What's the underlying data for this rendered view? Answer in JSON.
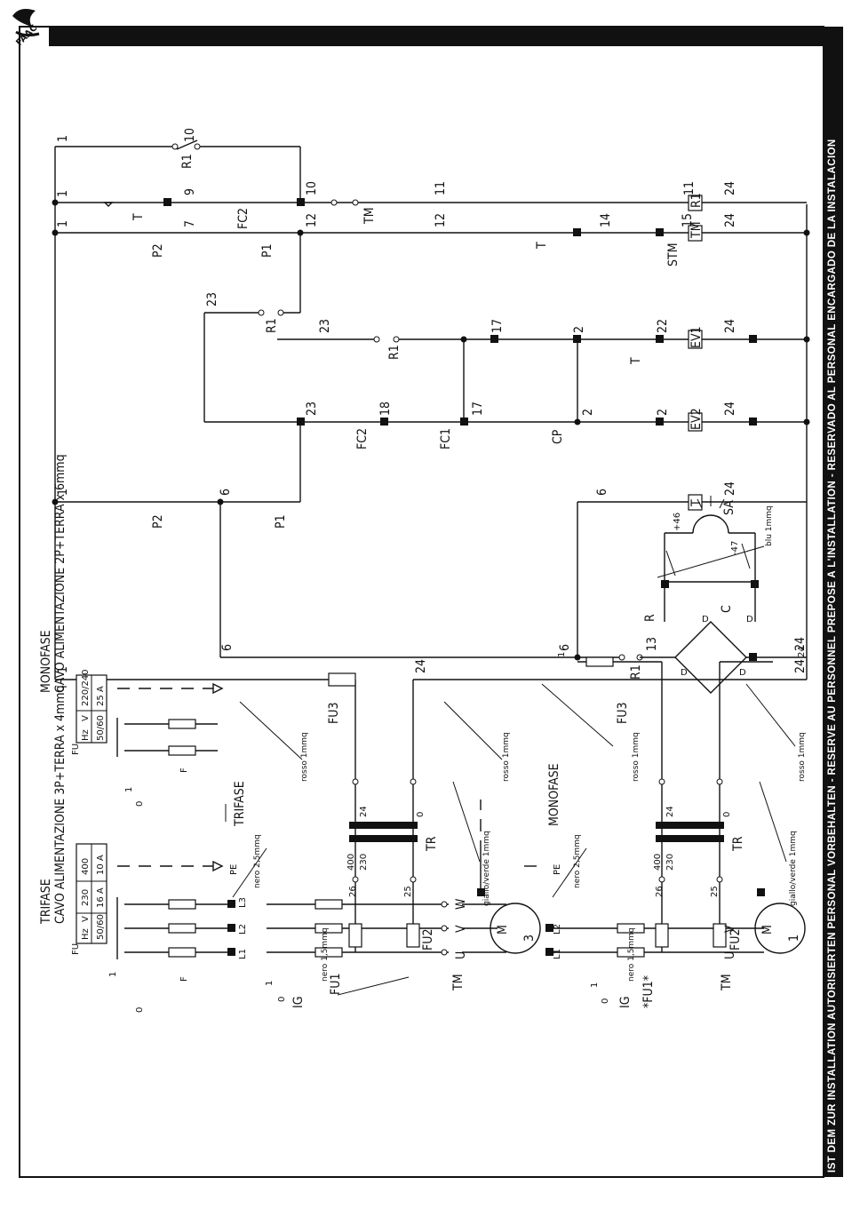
{
  "header": {
    "logo_text": "FAAC"
  },
  "side_banner": {
    "text": "IST DEM ZUR INSTALLATION AUTORISIERTEN PERSONAL VORBEHALTEN - RESERVE AU PERSONNEL PREPOSE A L'INSTALLATION - RESERVADO AL PERSONAL ENCARGADO DE LA INSTALACION"
  },
  "control_circuit": {
    "wires": {
      "w1": "1",
      "w6": "6",
      "w7": "7",
      "w9": "9",
      "w10": "10",
      "w11": "11",
      "w12": "12",
      "w13": "13",
      "w14": "14",
      "w15": "15",
      "w17": "17",
      "w18": "18",
      "w2": "2",
      "w22": "22",
      "w23": "23",
      "w24": "24",
      "w46": "+46",
      "w47": "-47"
    },
    "components": {
      "R1": "R1",
      "T": "T",
      "TM": "TM",
      "FC2": "FC2",
      "FC1": "FC1",
      "P1": "P1",
      "P2": "P2",
      "CP": "CP",
      "STM": "STM",
      "EV1": "EV1",
      "EV2": "EV2",
      "SA": "SA",
      "R": "R",
      "C": "C",
      "D": "D",
      "FU3": "FU3",
      "FU2": "FU2",
      "FU1": "FU1",
      "FU1_star": "*FU1*",
      "TR": "TR",
      "IG": "IG",
      "M": "M",
      "PE": "PE",
      "F": "F",
      "FU": "FU"
    },
    "cable_notes": {
      "rosso": "rosso 1mmq",
      "blu": "blu 1mmq",
      "giallo_verde": "giallo/verde 1mmq",
      "nero15": "nero 1,5mmq",
      "nero25": "nero 2,5mmq"
    }
  },
  "power_trifase": {
    "section_title": "TRIFASE",
    "cable_title_1": "TRIFASE",
    "cable_title_2": "CAVO ALIMENTAZIONE 3P+TERRA x 4mmq",
    "table": {
      "header": [
        "Hz",
        "V",
        "230",
        "400"
      ],
      "row": [
        "FU",
        "50/60",
        "16 A",
        "10 A"
      ]
    },
    "lines": [
      "L1",
      "L2",
      "L3"
    ],
    "motor_phases": [
      "U",
      "V",
      "W"
    ],
    "motor_type": "3",
    "transformer_taps": [
      "400",
      "230",
      "26",
      "25",
      "24",
      "0"
    ],
    "switch_states": [
      "1",
      "0"
    ]
  },
  "power_monofase": {
    "section_title": "MONOFASE",
    "cable_title_1": "MONOFASE",
    "cable_title_2": "CAVO ALIMENTAZIONE 2P+TERRA x 6mmq",
    "table": {
      "header": [
        "Hz",
        "V",
        "220/240"
      ],
      "row": [
        "FU",
        "50/60",
        "25 A"
      ]
    },
    "lines": [
      "L1",
      "L2"
    ],
    "motor_phases": [
      "U",
      "V"
    ],
    "motor_type": "1",
    "transformer_taps": [
      "400",
      "230",
      "26",
      "25",
      "24",
      "0"
    ],
    "switch_states": [
      "1",
      "0"
    ]
  }
}
